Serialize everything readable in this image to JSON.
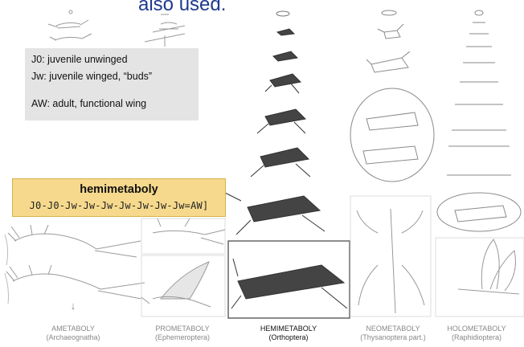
{
  "title": "also used.",
  "legend": {
    "line1": "J0: juvenile unwinged",
    "line2": "Jw: juvenile winged, “buds”",
    "line3": "AW: adult, functional wing"
  },
  "hemimetaboly_box": {
    "title": "hemimetaboly",
    "sequence": "J0-J0-Jw-Jw-Jw-Jw-Jw-Jw-Jw=AW]"
  },
  "columns": [
    {
      "name": "AMETABOLY",
      "taxon": "(Archaeognatha)"
    },
    {
      "name": "PROMETABOLY",
      "taxon": "(Ephemeroptera)"
    },
    {
      "name": "HEMIMETABOLY",
      "taxon": "(Orthoptera)"
    },
    {
      "name": "NEOMETABOLY",
      "taxon": "(Thysanoptera part.)"
    },
    {
      "name": "HOLOMETABOLY",
      "taxon": "(Raphidioptera)"
    }
  ],
  "arrow_glyph": "↓"
}
